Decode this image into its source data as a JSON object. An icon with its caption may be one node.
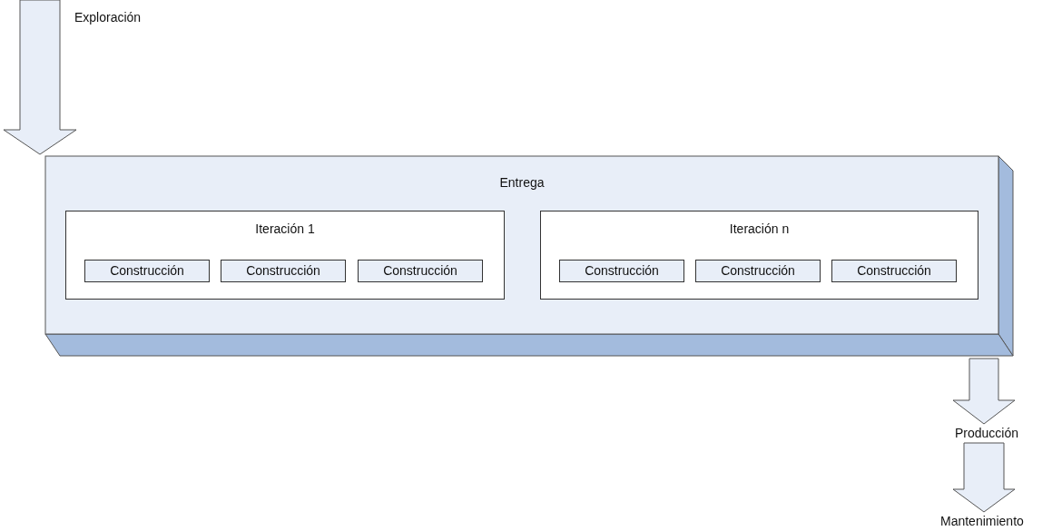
{
  "diagram": {
    "nodes": [
      {
        "text": [
          "Entrega"
        ]
      },
      {
        "text": [
          "Iteración 1"
        ],
        "in": 0
      },
      {
        "text": [
          "Construcción"
        ],
        "in": 1
      },
      {
        "text": [
          "Construcción"
        ],
        "in": 1
      },
      {
        "text": [
          "Construcción"
        ],
        "in": 1
      },
      {
        "text": [
          "Iteración n"
        ],
        "in": 0
      },
      {
        "text": [
          "Construcción"
        ],
        "in": 5
      },
      {
        "text": [
          "Construcción"
        ],
        "in": 5
      },
      {
        "text": [
          "Construcción"
        ],
        "in": 5
      },
      {
        "text": [
          "Producción"
        ]
      },
      {
        "text": [
          "Mantenimiento"
        ]
      }
    ],
    "edges": [
      {
        "from": null,
        "to": 0,
        "arrow": "to",
        "label": "Exploración"
      },
      {
        "from": 0,
        "to": 9,
        "arrow": "to"
      },
      {
        "from": 9,
        "to": 10,
        "arrow": "to"
      }
    ]
  }
}
